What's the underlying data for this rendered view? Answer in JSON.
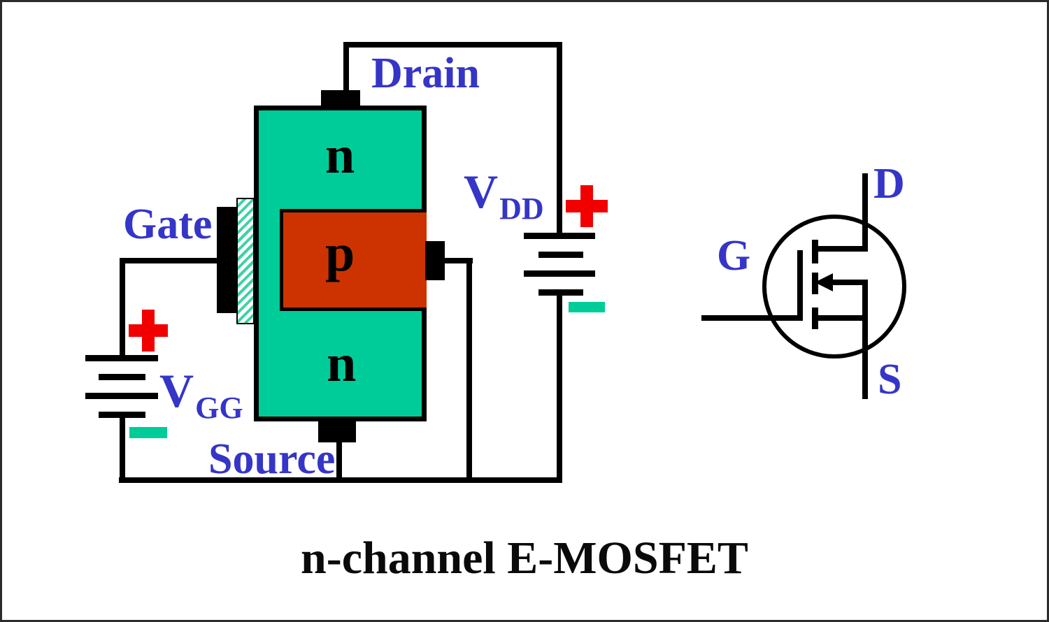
{
  "title": "n-channel E-MOSFET",
  "colors": {
    "n_region": "#00CC99",
    "p_region": "#CC3300",
    "label_blue": "#3535C8",
    "plus_red": "#F20000",
    "minus_teal": "#00CC99",
    "hatch_teal": "#3fd1a6",
    "wire_black": "#000000"
  },
  "device": {
    "drain_label": "Drain",
    "gate_label": "Gate",
    "source_label": "Source",
    "n_top_label": "n",
    "p_label": "p",
    "n_bottom_label": "n",
    "vdd_label": {
      "base": "V",
      "sub": "DD"
    },
    "vgg_label": {
      "base": "V",
      "sub": "GG"
    },
    "vdd_plus_icon": "plus-icon",
    "vdd_minus_icon": "minus-icon",
    "vgg_plus_icon": "plus-icon",
    "vgg_minus_icon": "minus-icon"
  },
  "symbol": {
    "drain_label": "D",
    "gate_label": "G",
    "source_label": "S",
    "arrow_icon": "arrow-left-icon"
  }
}
